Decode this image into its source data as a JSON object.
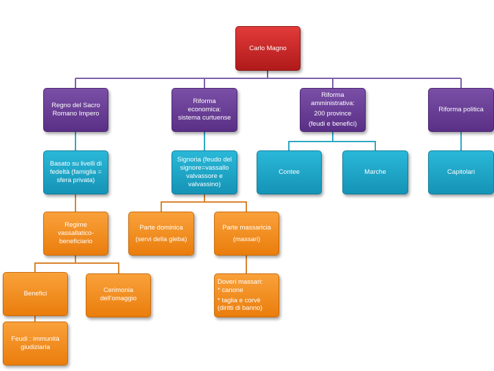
{
  "root": {
    "label": "Carlo Magno"
  },
  "level1": [
    {
      "lines": [
        "Regno del Sacro",
        "Romano Impero"
      ]
    },
    {
      "lines": [
        "Riforma  economica:",
        "sistema curtuense"
      ]
    },
    {
      "lines": [
        "Riforma",
        "amministrativa:",
        "200 province",
        "(feudi e benefici)"
      ]
    },
    {
      "lines": [
        "Riforma politica"
      ]
    }
  ],
  "level2": {
    "fedelta": {
      "lines": [
        "Basato su livelli di",
        "fedeltà (famiglia =",
        "sfera privata)"
      ]
    },
    "signoria": {
      "lines": [
        "Signoria (feudo del",
        "signore=vassallo",
        "valvassore  e",
        "valvassino)"
      ]
    },
    "contee": {
      "label": "Contee"
    },
    "marche": {
      "label": "Marche"
    },
    "capitolari": {
      "label": "Capitolari"
    }
  },
  "level3": {
    "regime": {
      "lines": [
        "Regime vassallatico-",
        "beneficiario"
      ]
    },
    "dominica": {
      "lines": [
        "Parte dominica",
        "(servi della gleba)"
      ]
    },
    "massaricia": {
      "lines": [
        "Parte massaricia",
        "(massari)"
      ]
    }
  },
  "level4": {
    "benefici": {
      "label": "Benefici"
    },
    "cerimonia": {
      "lines": [
        "Cerimonia",
        "dell'omaggio"
      ]
    },
    "doveri": {
      "lines": [
        "Doveri massari:",
        "* canone",
        "* taglia e corvè",
        "(diritti di banno)"
      ]
    }
  },
  "level5": {
    "feudi": {
      "lines": [
        "Feudi : immunità",
        "giudiziaria"
      ]
    }
  },
  "colors": {
    "root": "#c8202a",
    "level1": "#6a3d98",
    "level2": "#1fa8cb",
    "lower": "#f28a1e",
    "connector_purple": "#7b5ea7",
    "connector_teal": "#2aa7c2",
    "connector_orange": "#d9822b"
  }
}
